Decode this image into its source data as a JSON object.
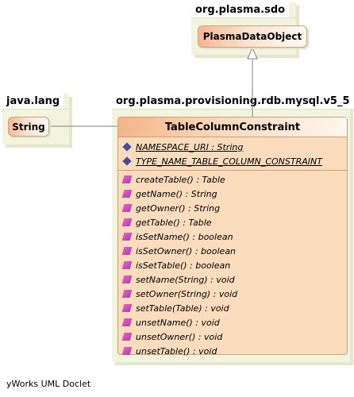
{
  "packages": {
    "sdo": {
      "name": "org.plasma.sdo"
    },
    "java_lang": {
      "name": "java.lang"
    },
    "mysql": {
      "name": "org.plasma.provisioning.rdb.mysql.v5_5"
    }
  },
  "interfaces": {
    "plasma_data_object": "PlasmaDataObject",
    "string": "String"
  },
  "class": {
    "name": "TableColumnConstraint",
    "attributes": [
      "NAMESPACE_URI : String",
      "TYPE_NAME_TABLE_COLUMN_CONSTRAINT"
    ],
    "operations": [
      "createTable() : Table",
      "getName() : String",
      "getOwner() : String",
      "getTable() : Table",
      "isSetName() : boolean",
      "isSetOwner() : boolean",
      "isSetTable() : boolean",
      "setName(String) : void",
      "setOwner(String) : void",
      "setTable(Table) : void",
      "unsetName() : void",
      "unsetOwner() : void",
      "unsetTable() : void"
    ]
  },
  "icons": {
    "attribute": "static-field-icon",
    "operation": "method-icon"
  },
  "footer": "yWorks UML Doclet"
}
